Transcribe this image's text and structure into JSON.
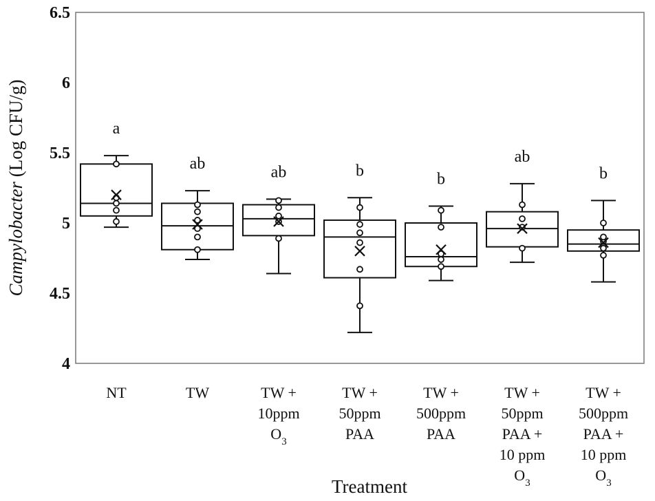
{
  "chart_data": {
    "type": "box",
    "xlabel": "Treatment",
    "ylabel_italic": "Campylobacter",
    "ylabel_rest": " (Log CFU/g)",
    "ylim": [
      4,
      6.5
    ],
    "yticks": [
      "4",
      "4.5",
      "5",
      "5.5",
      "6",
      "6.5"
    ],
    "grid": false,
    "legend": "none",
    "colors": {
      "box_edge": "#111111",
      "background": "#ffffff"
    },
    "categories": [
      {
        "lines": [
          {
            "text": "NT"
          }
        ],
        "letter": "a",
        "min": 4.97,
        "q1": 5.05,
        "median": 5.14,
        "q3": 5.42,
        "max": 5.48,
        "mean": 5.2,
        "points": [
          5.01,
          5.09,
          5.14,
          5.18,
          5.42
        ]
      },
      {
        "lines": [
          {
            "text": "TW"
          }
        ],
        "letter": "ab",
        "min": 4.74,
        "q1": 4.81,
        "median": 4.98,
        "q3": 5.14,
        "max": 5.23,
        "mean": 4.99,
        "points": [
          4.81,
          4.9,
          4.96,
          5.02,
          5.08,
          5.13
        ]
      },
      {
        "lines": [
          {
            "text": "TW +"
          },
          {
            "text": "10ppm"
          },
          {
            "text": "O",
            "sub": "3"
          }
        ],
        "letter": "ab",
        "min": 4.64,
        "q1": 4.91,
        "median": 5.03,
        "q3": 5.13,
        "max": 5.17,
        "mean": 5.01,
        "points": [
          4.89,
          5.01,
          5.05,
          5.11,
          5.16
        ]
      },
      {
        "lines": [
          {
            "text": "TW +"
          },
          {
            "text": "50ppm"
          },
          {
            "text": "PAA"
          }
        ],
        "letter": "b",
        "min": 4.22,
        "q1": 4.61,
        "median": 4.9,
        "q3": 5.02,
        "max": 5.18,
        "mean": 4.8,
        "points": [
          4.41,
          4.67,
          4.86,
          4.93,
          4.99,
          5.11
        ]
      },
      {
        "lines": [
          {
            "text": "TW +"
          },
          {
            "text": "500ppm"
          },
          {
            "text": "PAA"
          }
        ],
        "letter": "b",
        "min": 4.59,
        "q1": 4.69,
        "median": 4.76,
        "q3": 5.0,
        "max": 5.12,
        "mean": 4.81,
        "points": [
          4.69,
          4.74,
          4.78,
          4.97,
          5.09
        ]
      },
      {
        "lines": [
          {
            "text": "TW +"
          },
          {
            "text": "50ppm"
          },
          {
            "text": "PAA +"
          },
          {
            "text": "10 ppm"
          },
          {
            "text": "O",
            "sub": "3"
          }
        ],
        "letter": "ab",
        "min": 4.72,
        "q1": 4.83,
        "median": 4.96,
        "q3": 5.08,
        "max": 5.28,
        "mean": 4.96,
        "points": [
          4.82,
          4.97,
          5.03,
          5.13
        ]
      },
      {
        "lines": [
          {
            "text": "TW +"
          },
          {
            "text": "500ppm"
          },
          {
            "text": "PAA +"
          },
          {
            "text": "10 ppm"
          },
          {
            "text": "O",
            "sub": "3"
          }
        ],
        "letter": "b",
        "min": 4.58,
        "q1": 4.8,
        "median": 4.85,
        "q3": 4.95,
        "max": 5.16,
        "mean": 4.86,
        "points": [
          4.77,
          4.82,
          4.87,
          4.9,
          5.0
        ]
      }
    ]
  }
}
